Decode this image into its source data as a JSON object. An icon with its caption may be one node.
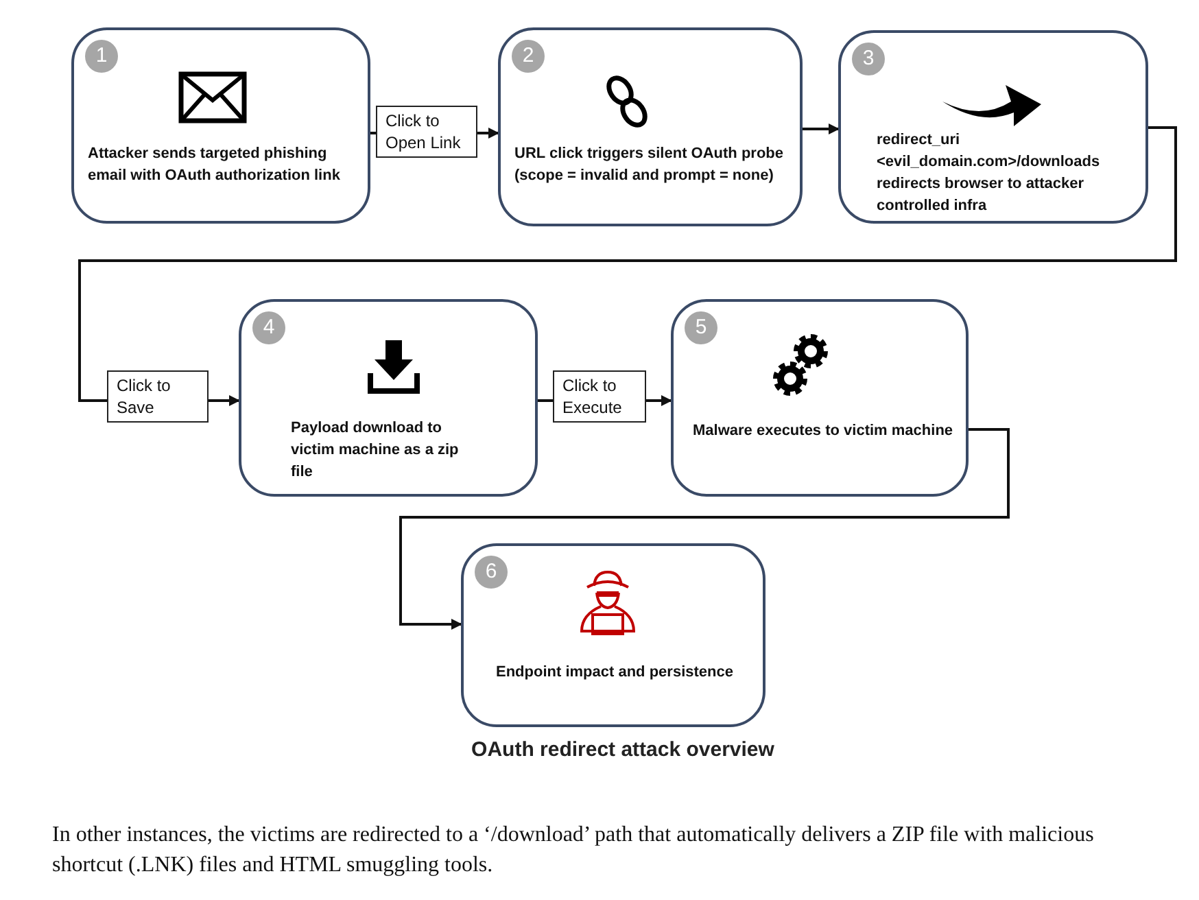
{
  "diagram": {
    "caption": "OAuth redirect attack overview",
    "nodes": [
      {
        "text": [
          "1",
          "Attacker sends targeted phishing email with OAuth authorization link"
        ]
      },
      {
        "text": [
          "2",
          "URL click triggers silent OAuth probe (scope = invalid and prompt = none)"
        ]
      },
      {
        "text": [
          "3",
          "redirect_uri <evil_domain.com>/downloads redirects browser to attacker controlled infra"
        ]
      },
      {
        "text": [
          "4",
          "Payload download to victim machine as a zip file"
        ]
      },
      {
        "text": [
          "5",
          "Malware executes to victim machine"
        ]
      },
      {
        "text": [
          "6",
          "Endpoint impact and persistence"
        ]
      }
    ],
    "edges": [
      {
        "from": 0,
        "to": 1,
        "arrow": "to",
        "label": "Click to Open Link"
      },
      {
        "from": 1,
        "to": 2,
        "arrow": "to"
      },
      {
        "from": 2,
        "to": 3,
        "arrow": "to",
        "label": "Click to Save"
      },
      {
        "from": 3,
        "to": 4,
        "arrow": "to",
        "label": "Click to Execute"
      },
      {
        "from": 4,
        "to": 5,
        "arrow": "to"
      }
    ],
    "labels": [
      "In other instances, the victims are redirected to a ‘/download’ path that automatically delivers a ZIP file with malicious shortcut (.LNK) files and HTML smuggling tools."
    ]
  }
}
